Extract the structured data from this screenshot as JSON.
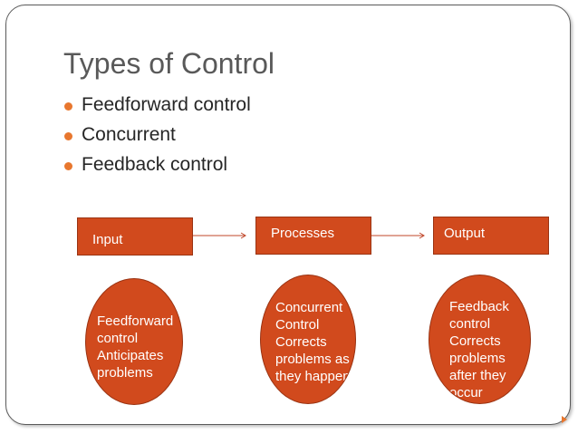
{
  "slide": {
    "title": "Types of Control",
    "bullets": [
      "Feedforward control",
      "Concurrent",
      "Feedback control"
    ]
  },
  "flow": {
    "boxes": [
      {
        "label": "Input"
      },
      {
        "label": "Processes"
      },
      {
        "label": "Output"
      }
    ],
    "ellipses": [
      {
        "lines": [
          "Feedforward",
          "control",
          "Anticipates",
          "problems"
        ]
      },
      {
        "lines": [
          "Concurrent",
          "Control",
          "Corrects",
          "problems as",
          "they  happen"
        ]
      },
      {
        "lines": [
          "Feedback",
          "control",
          "Corrects",
          "problems",
          "after they",
          "occur"
        ]
      }
    ]
  },
  "colors": {
    "shape_fill": "#d14a1d",
    "bullet_accent": "#e8772e",
    "title_text": "#595959"
  }
}
